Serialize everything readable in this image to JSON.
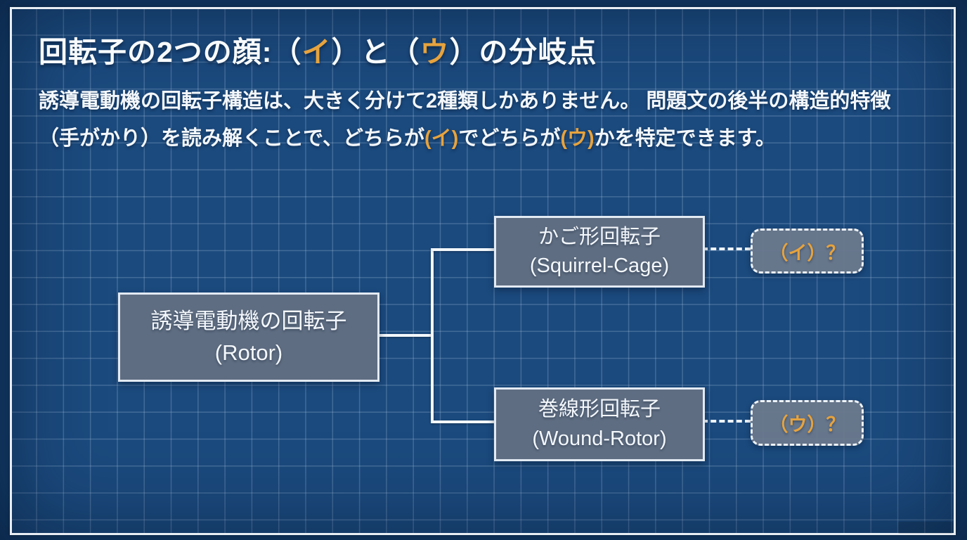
{
  "meta": {
    "background_color": "#1b4a7e",
    "accent_color": "#E7A33D",
    "frame_color": "#f5f9fd",
    "node_fill_color": "#5f6d82"
  },
  "title": {
    "part1": "回転子の2つの顔:（",
    "accent1": "イ",
    "part2": "）と（",
    "accent2": "ウ",
    "part3": "）の分岐点"
  },
  "intro": {
    "part1": "誘導電動機の回転子構造は、大きく分けて2種類しかありません。 問題文の後半の構造的特徴　（手がかり）を読み解くことで、どちらが",
    "accent1": "(イ)",
    "part2": "でどちらが",
    "accent2": "(ウ)",
    "part3": "かを特定できます。"
  },
  "tree": {
    "root": {
      "title": "誘導電動機の回転子",
      "subtitle": "(Rotor)"
    },
    "branch_top": {
      "title": "かご形回転子",
      "subtitle": "(Squirrel-Cage)",
      "result": "（イ）？"
    },
    "branch_bottom": {
      "title": "巻線形回転子",
      "subtitle": "(Wound-Rotor)",
      "result": "（ウ）？"
    }
  }
}
